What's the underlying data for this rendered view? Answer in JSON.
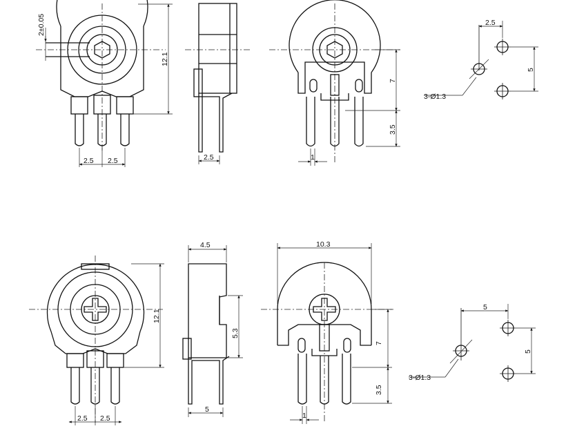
{
  "top": {
    "front": {
      "dim_offset": "2±0.05",
      "dim_height": "12.1",
      "dim_pitch_left": "2.5",
      "dim_pitch_right": "2.5"
    },
    "side": {
      "dim_depth": "2.5"
    },
    "rear": {
      "dim_upper": "7",
      "dim_lower": "3.5",
      "dim_pin": "1"
    },
    "pads": {
      "dim_pitch": "2.5",
      "dim_spacing": "5",
      "dim_hole": "3-Ø1.3"
    }
  },
  "bottom": {
    "front": {
      "dim_height": "12.1",
      "dim_pitch_left": "2.5",
      "dim_pitch_right": "2.5"
    },
    "side": {
      "dim_top": "4.5",
      "dim_body": "5.3",
      "dim_base": "5"
    },
    "rear": {
      "dim_width": "10.3",
      "dim_upper": "7",
      "dim_lower": "3.5",
      "dim_pin": "1"
    },
    "pads": {
      "dim_pitch": "5",
      "dim_spacing": "5",
      "dim_hole": "3-Ø1.3"
    }
  }
}
